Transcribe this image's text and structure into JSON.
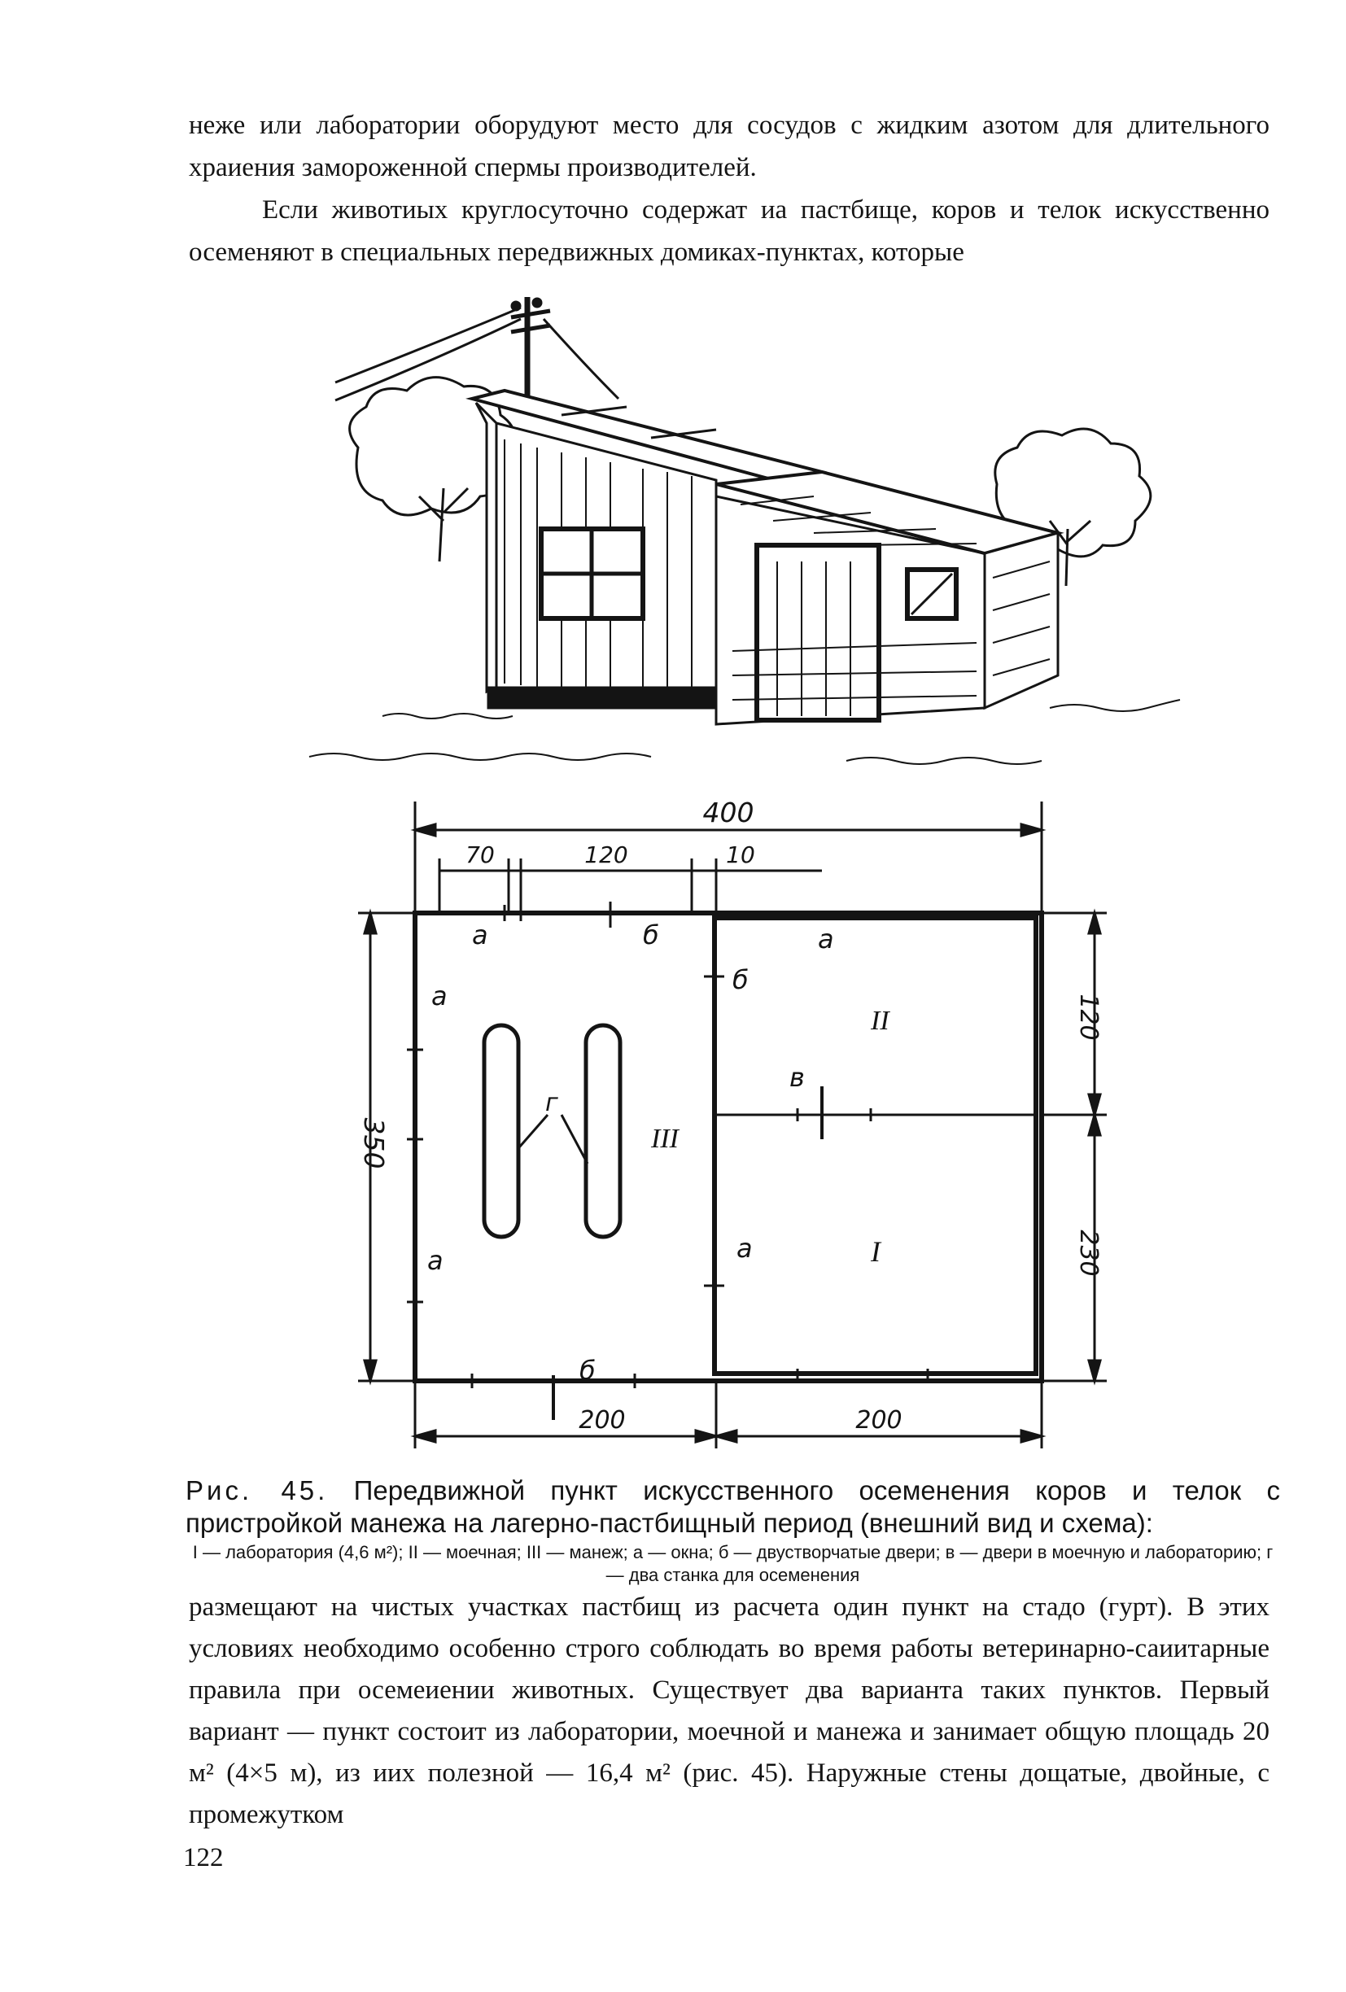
{
  "text_top": {
    "p1": "неже или лаборатории оборудуют место для сосудов с жидким азотом для длительного храиения замороженной спермы производителей.",
    "p2": "Если животиых круглосуточно содержат иа пастбище, коров и телок искусственно осеменяют в специальных передвижных домиках-пунктах, которые"
  },
  "figure": {
    "illustration_icon": "mobile-insemination-station-drawing",
    "dimensions": {
      "total_width": "400",
      "seg_70": "70",
      "seg_120": "120",
      "seg_10": "10",
      "height_350": "350",
      "right_120": "120",
      "right_230": "230",
      "bottom_left_200": "200",
      "bottom_right_200": "200"
    },
    "labels": {
      "window_a": "а",
      "door_b": "б",
      "door_v": "в",
      "stall_g": "г",
      "room_I": "I",
      "room_II": "II",
      "room_III": "III"
    }
  },
  "caption": {
    "fig_prefix": "Рис. 45.",
    "title": "Передвижной пункт искусственного осеменения коров и телок с пристройкой манежа на лагерно-пастбищный период (внешний вид и схема):",
    "legend": "I — лаборатория (4,6 м²); II — моечная; III — манеж; а — окна; б — двустворчатые двери; в — двери в моечную и лабораторию; г — два станка для осеменения"
  },
  "text_bottom": {
    "p1": "размещают на чистых участках пастбищ из расчета один пункт на стадо (гурт). В этих условиях необходимо особенно строго соблюдать во время работы ветеринарно-саиитарные правила при осемеиении животных. Существует два варианта таких пунктов. Первый вариант — пункт состоит из лаборатории, моечной и манежа и занимает общую площадь 20 м² (4×5 м), из иих полезной — 16,4 м² (рис. 45). Наружные стены дощатые, двойные, с промежутком"
  },
  "page_number": "122"
}
